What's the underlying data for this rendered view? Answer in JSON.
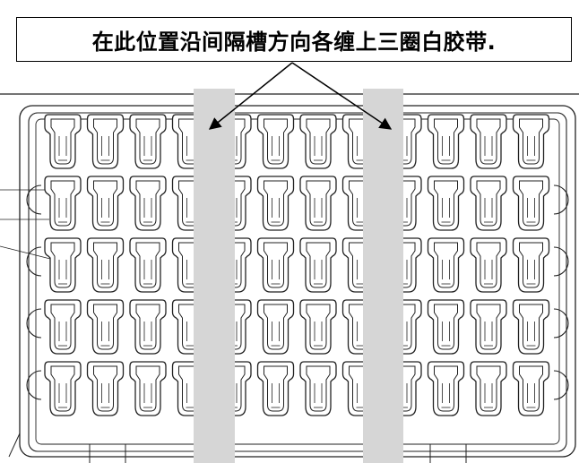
{
  "annotation": {
    "text": "在此位置沿间隔槽方向各缠上三圈白胶带."
  },
  "tray": {
    "rows": 5,
    "columns": 12,
    "tape_strip_count": 2,
    "tape_strip_color": "#d6d6d6",
    "line_color": "#222222"
  }
}
